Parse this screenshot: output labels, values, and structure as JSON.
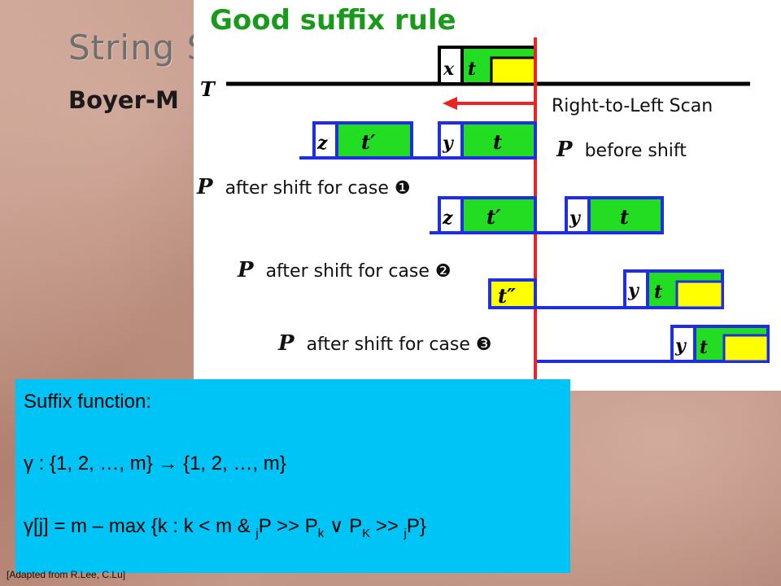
{
  "slide": {
    "title": "String S",
    "subtitle": "Boyer-M",
    "credit": "[Adapted from R.Lee, C.Lu]"
  },
  "figure": {
    "heading": "Good suffix rule",
    "text_label": "T",
    "scan_label": "Right-to-Left Scan",
    "pattern_symbol": "P",
    "before_shift_label": "before shift",
    "case1_label": "after shift for case ❶",
    "case2_label": "after shift for case ❷",
    "case3_label": "after shift for case ❸",
    "symbols": {
      "x": "x",
      "y": "y",
      "z": "z",
      "t": "t",
      "t_prime": "t′",
      "t_double_prime": "t″"
    },
    "colors": {
      "heading": "#1a9a1a",
      "blue_outline": "#1e2ee0",
      "green_fill": "#22dd22",
      "yellow_fill": "#ffff00",
      "red_line": "#ee2222"
    }
  },
  "suffix_box": {
    "heading": "Suffix function:",
    "line1": "γ : {1, 2, …, m} → {1, 2, …, m}",
    "line2": {
      "prefix": "γ[j] = m – max {k : k < m & ",
      "sub_j1": "j",
      "mid1": "P >> P",
      "sub_k": "k",
      "mid2": " ∨ P",
      "sub_K": "K",
      "mid3": " >> ",
      "sub_j2": "j",
      "suffix": "P}"
    },
    "background": "#00c4f5"
  }
}
